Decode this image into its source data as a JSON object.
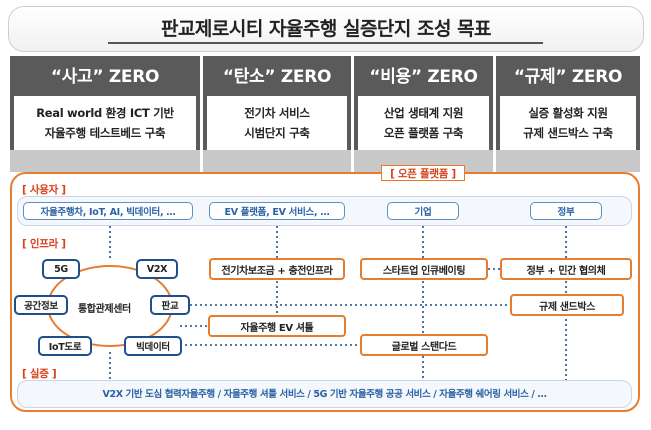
{
  "title": "판교제로시티 자율주행 실증단지 조성 목표",
  "columns": [
    {
      "head": "“사고” ZERO",
      "line1": "Real world 환경 ICT 기반",
      "line2": "자율주행 테스트베드 구축"
    },
    {
      "head": "“탄소” ZERO",
      "line1": "전기차 서비스",
      "line2": "시범단지 구축"
    },
    {
      "head": "“비용” ZERO",
      "line1": "산업 생태계 지원",
      "line2": "오픈 플랫폼 구축"
    },
    {
      "head": "“규제” ZERO",
      "line1": "실증 활성화 지원",
      "line2": "규제 샌드박스 구축"
    }
  ],
  "platform_tag": "[ 오픈 플랫폼 ]",
  "user_section": {
    "label": "[ 사용자 ]",
    "items": [
      "자율주행차, IoT, AI, 빅데이터, …",
      "EV 플랫폼, EV 서비스, …",
      "기업",
      "정부"
    ]
  },
  "infra_section": {
    "label": "[ 인프라 ]",
    "nodes": {
      "n5g": "5G",
      "v2x": "V2X",
      "space": "공간정보",
      "center": "통합관제센터",
      "pangyo": "판교",
      "iot": "IoT도로",
      "bigdata": "빅데이터"
    }
  },
  "orange_boxes": {
    "ev_charging": "전기차보조금 + 충전인프라",
    "ev_shuttle": "자율주행 EV 셔틀",
    "startup": "스타트업 인큐베이팅",
    "global": "글로벌 스탠다드",
    "gov": "정부 + 민간 협의체",
    "sandbox": "규제 샌드박스"
  },
  "demo_section": {
    "label": "[ 실증 ]",
    "text": "V2X 기반 도심 협력자율주행 / 자율주행 셔틀 서비스 / 5G 기반 자율주행 공공 서비스 / 자율주행 쉐어링 서비스 / …"
  },
  "colors": {
    "header_gray": "#5a5a5a",
    "orange": "#e87c2e",
    "navy": "#1f4e8c",
    "blue_text": "#2a62a6",
    "red_label": "#d9401c"
  }
}
